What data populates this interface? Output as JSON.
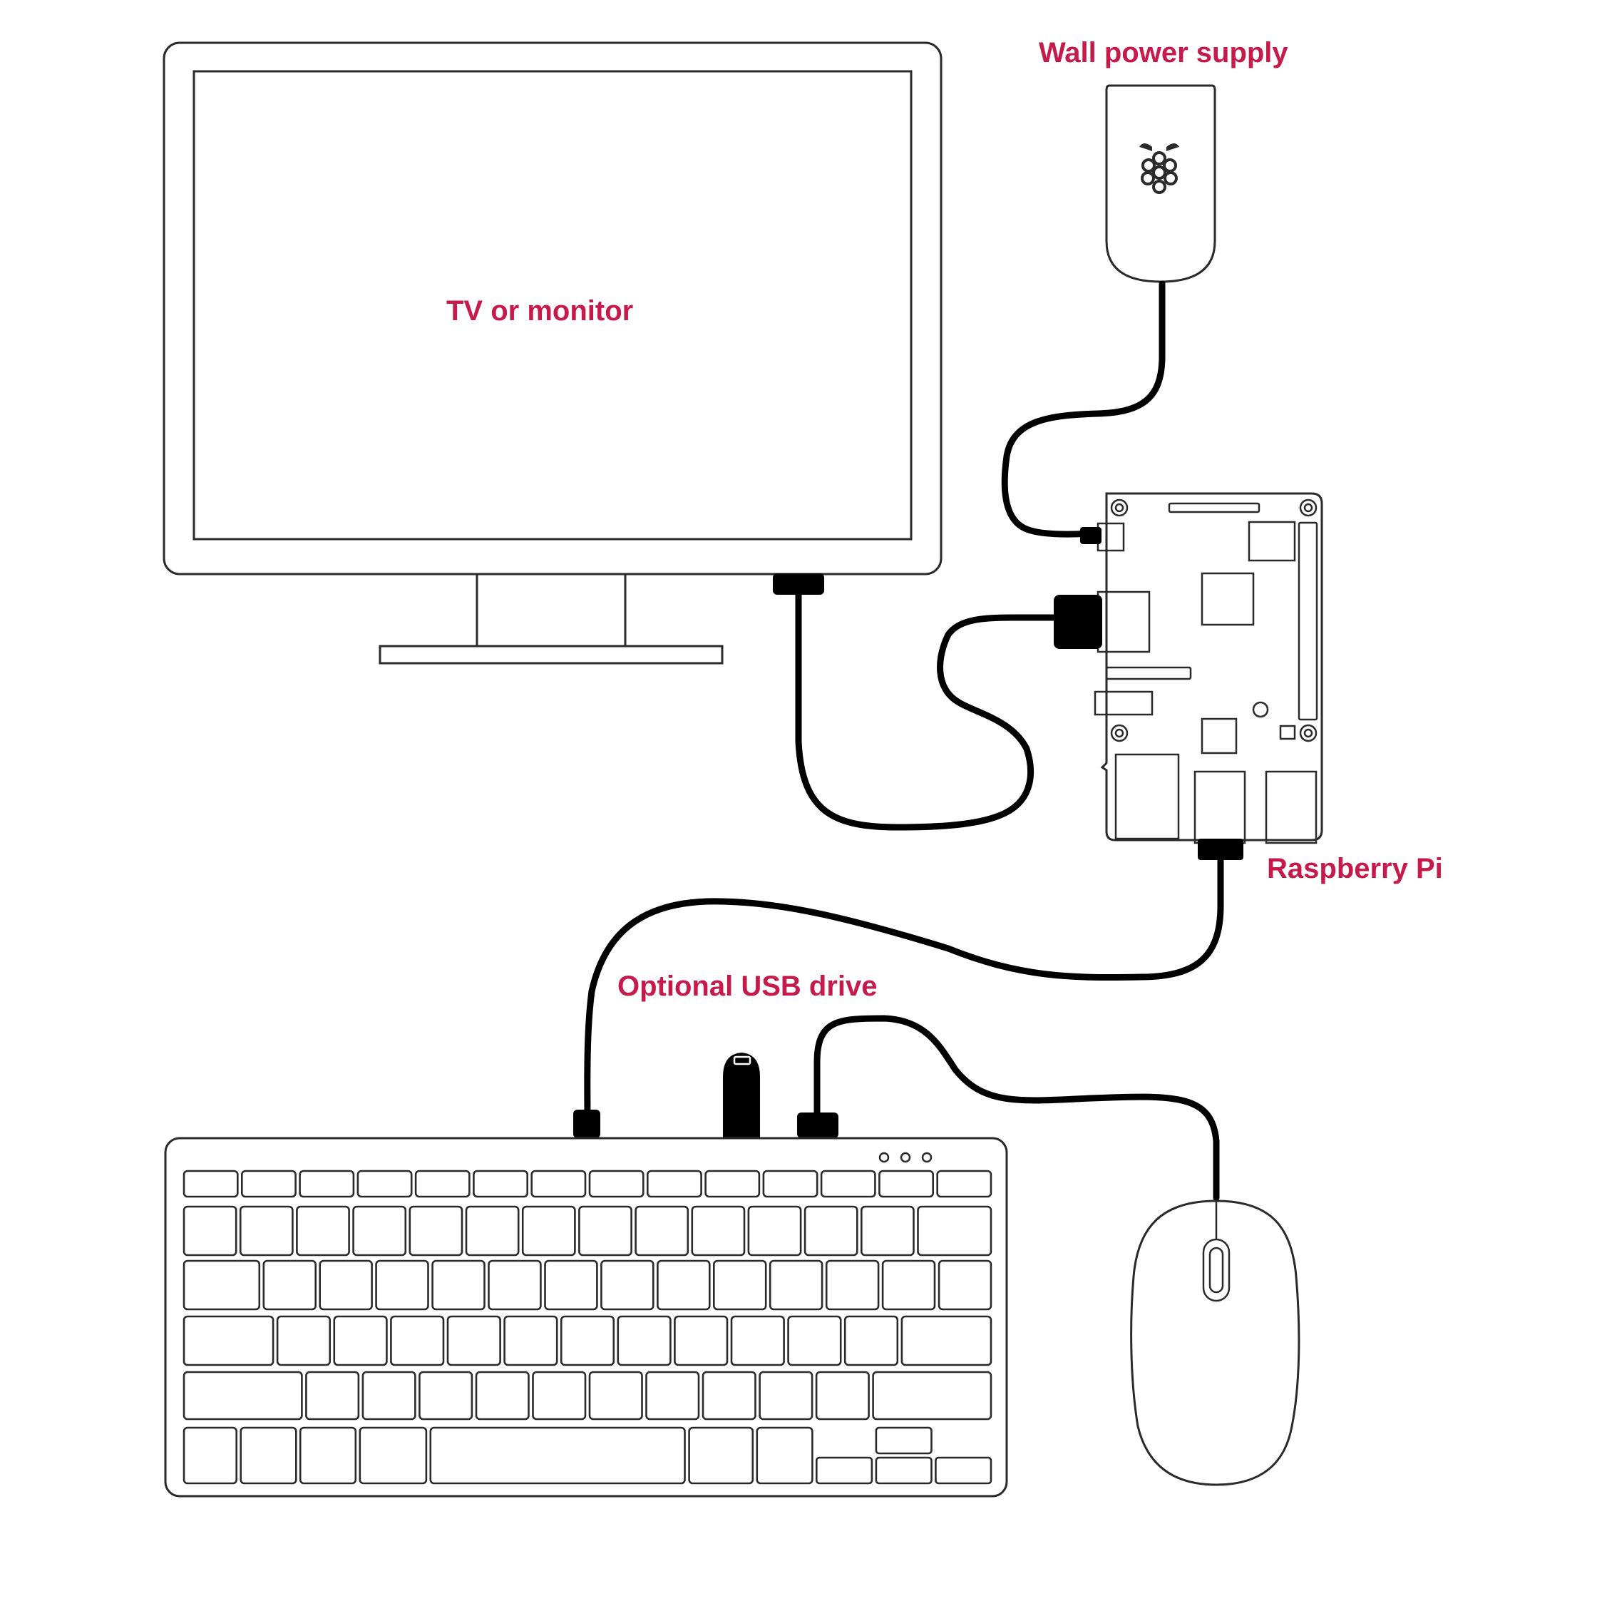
{
  "labels": {
    "monitor": "TV or monitor",
    "power": "Wall power supply",
    "pi": "Raspberry Pi",
    "usb": "Optional USB drive"
  },
  "colors": {
    "label": "#c51a4a",
    "outline": "#2a2a2a",
    "cable": "#000000",
    "background": "#ffffff"
  }
}
